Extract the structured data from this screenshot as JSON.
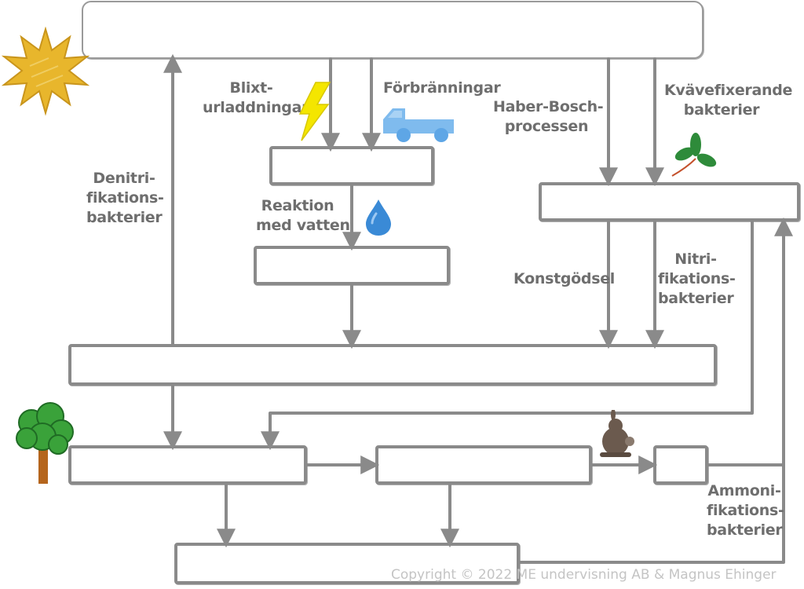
{
  "labels": {
    "lightning": "Blixt-\nurladdningar",
    "combustion": "Förbränningar",
    "haber_bosch": "Haber-Bosch-\nprocessen",
    "nitrogen_fixing": "Kvävefixerande\nbakterier",
    "denitrification": "Denitri-\nfikations-\nbakterier",
    "reaction_water": "Reaktion\nmed vatten",
    "fertilizer": "Konstgödsel",
    "nitrification": "Nitri-\nfikations-\nbakterier",
    "ammonification": "Ammoni-\nfikations-\nbakterier"
  },
  "copyright": "Copyright © 2022 ME undervisning AB & Magnus Ehinger",
  "colors": {
    "stroke": "#8a8a8a",
    "text": "#6e6e6e",
    "sun": "#e8b62c",
    "lightning": "#f4e600",
    "truck": "#7fbbee",
    "water": "#3a8ad6",
    "leaf": "#2e8b3a",
    "tree": "#3aa23a",
    "trunk": "#b5651d",
    "rabbit": "#6b5a4e"
  },
  "icons": [
    "sun-icon",
    "lightning-icon",
    "truck-icon",
    "water-drop-icon",
    "clover-icon",
    "tree-icon",
    "rabbit-icon"
  ]
}
